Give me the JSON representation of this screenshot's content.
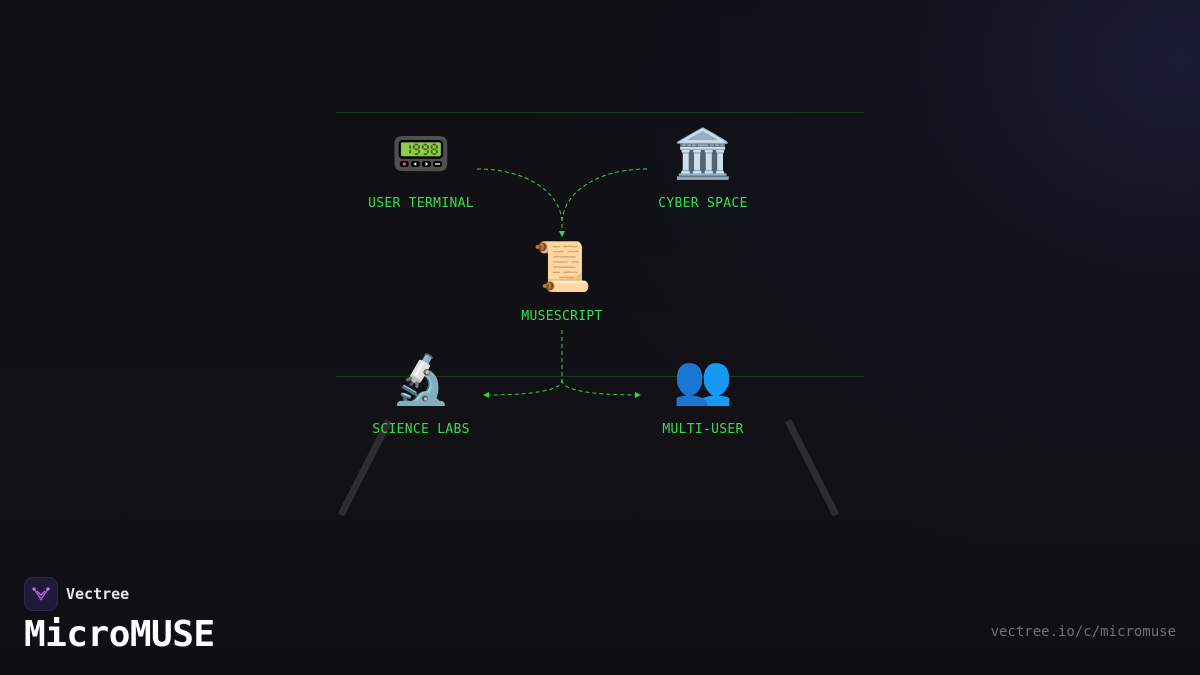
{
  "diagram": {
    "nodes": [
      {
        "id": "user-terminal",
        "icon": "📟",
        "icon_name": "pager-icon",
        "label": "USER TERMINAL"
      },
      {
        "id": "cyber-space",
        "icon": "🏛️",
        "icon_name": "classical-building-icon",
        "label": "CYBER SPACE"
      },
      {
        "id": "musescript",
        "icon": "📜",
        "icon_name": "scroll-icon",
        "label": "MUSESCRIPT"
      },
      {
        "id": "science-labs",
        "icon": "🔬",
        "icon_name": "microscope-icon",
        "label": "SCIENCE LABS"
      },
      {
        "id": "multi-user",
        "icon": "👥",
        "icon_name": "busts-in-silhouette-icon",
        "label": "MULTI-USER"
      }
    ],
    "edges": [
      {
        "from": "user-terminal",
        "to": "musescript"
      },
      {
        "from": "cyber-space",
        "to": "musescript"
      },
      {
        "from": "musescript",
        "to": "science-labs"
      },
      {
        "from": "musescript",
        "to": "multi-user"
      }
    ],
    "colors": {
      "label": "#33e04a",
      "link": "#2fd83f"
    }
  },
  "footer": {
    "brand_name": "Vectree",
    "title": "MicroMUSE",
    "url": "vectree.io/c/micromuse"
  },
  "colors": {
    "background": "#0e0e12",
    "logo_bg": "#1d1a3a",
    "logo_accent": "#a14fd8"
  }
}
